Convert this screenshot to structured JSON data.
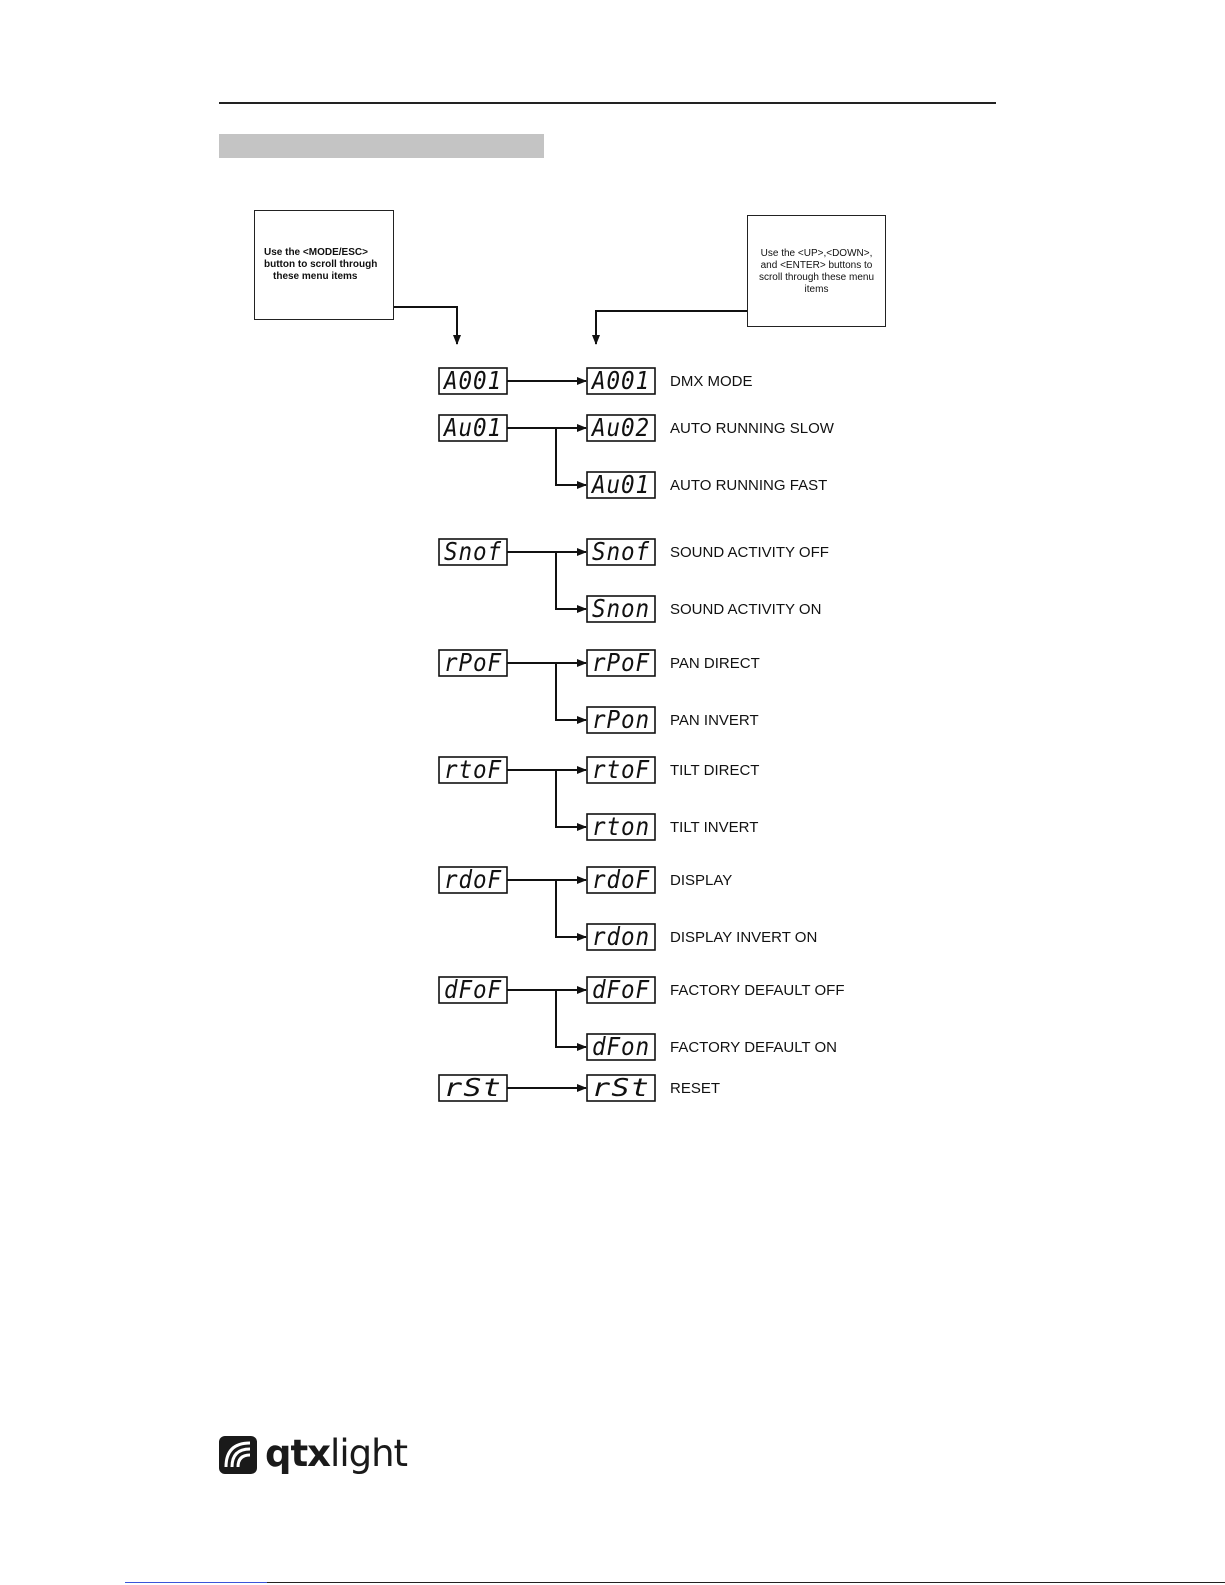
{
  "notes": {
    "left": [
      "Use the <MODE/ESC>",
      "button to scroll through",
      "these menu items"
    ],
    "right": [
      "Use the <UP>,<DOWN>,",
      "and <ENTER> buttons to",
      "scroll through these menu",
      "items"
    ]
  },
  "menu": [
    {
      "id": "dmx",
      "main": "A001",
      "options": [
        {
          "code": "A001",
          "label": "DMX MODE"
        }
      ]
    },
    {
      "id": "auto",
      "main": "Au01",
      "options": [
        {
          "code": "Au02",
          "label": "AUTO RUNNING SLOW"
        },
        {
          "code": "Au01",
          "label": "AUTO RUNNING FAST"
        }
      ]
    },
    {
      "id": "sound",
      "main": "Snof",
      "options": [
        {
          "code": "Snof",
          "label": "SOUND ACTIVITY OFF"
        },
        {
          "code": "Snon",
          "label": "SOUND ACTIVITY ON"
        }
      ]
    },
    {
      "id": "pan",
      "main": "rPoF",
      "options": [
        {
          "code": "rPoF",
          "label": "PAN DIRECT"
        },
        {
          "code": "rPon",
          "label": "PAN INVERT"
        }
      ]
    },
    {
      "id": "tilt",
      "main": "rtoF",
      "options": [
        {
          "code": "rtoF",
          "label": "TILT DIRECT"
        },
        {
          "code": "rton",
          "label": "TILT INVERT"
        }
      ]
    },
    {
      "id": "display",
      "main": "rdoF",
      "options": [
        {
          "code": "rdoF",
          "label": "DISPLAY"
        },
        {
          "code": "rdon",
          "label": "DISPLAY INVERT  ON"
        }
      ]
    },
    {
      "id": "factory",
      "main": "dFoF",
      "options": [
        {
          "code": "dFoF",
          "label": "FACTORY DEFAULT OFF"
        },
        {
          "code": "dFon",
          "label": "FACTORY DEFAULT ON"
        }
      ]
    },
    {
      "id": "reset",
      "main": "rSt",
      "options": [
        {
          "code": "rSt",
          "label": "RESET"
        }
      ]
    }
  ],
  "logo": {
    "bold": "qtx",
    "light": "light"
  }
}
